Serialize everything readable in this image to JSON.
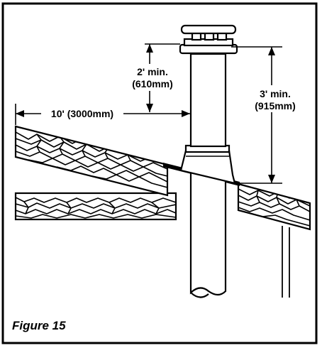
{
  "figure": {
    "caption": "Figure 15",
    "dimensions": {
      "clearance_above": {
        "line1": "2' min.",
        "line2": "(610mm)"
      },
      "horizontal_distance": {
        "label": "10' (3000mm)"
      },
      "height_above_roof": {
        "line1": "3' min.",
        "line2": "(915mm)"
      }
    }
  }
}
